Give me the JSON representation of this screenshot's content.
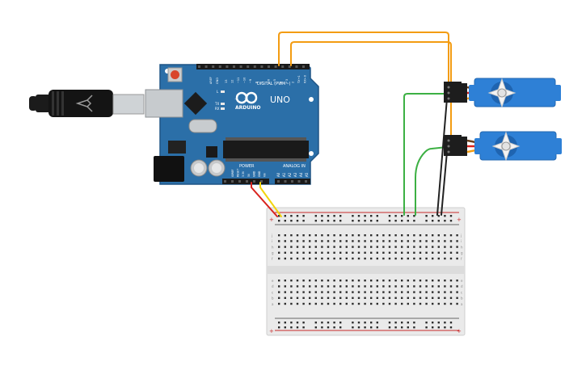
{
  "arduino": {
    "brand": "ARDUINO",
    "model": "UNO",
    "header_digital": "DIGITAL (PWM~)",
    "header_power": "POWER",
    "header_analog": "ANALOG IN",
    "led_l": "L",
    "led_tx": "TX",
    "led_rx": "RX",
    "aref": "AREF",
    "gnd": "GND",
    "digital_pins": [
      "13",
      "12",
      "~11",
      "~10",
      "~9",
      "8",
      "7",
      "~6",
      "~5",
      "4",
      "~3",
      "2",
      "TX→1",
      "RX←0"
    ],
    "power_pins": [
      "IOREF",
      "RESET",
      "3.3V",
      "5V",
      "GND",
      "GND",
      "Vin"
    ],
    "analog_pins": [
      "A0",
      "A1",
      "A2",
      "A3",
      "A4",
      "A5"
    ]
  },
  "breadboard": {
    "rail_plus": "+",
    "rail_minus": "-",
    "row_letters_top": [
      "a",
      "b",
      "c",
      "d",
      "e"
    ],
    "row_letters_bottom": [
      "f",
      "g",
      "h",
      "i",
      "j"
    ]
  },
  "colors": {
    "board": "#2b6fa8",
    "board_dark": "#1f5586",
    "wire_orange": "#f39c12",
    "wire_green": "#3cb043",
    "wire_black": "#222222",
    "wire_red": "#d9231d",
    "wire_yellow": "#f2d40c",
    "servo": "#2e80d6",
    "breadboard": "#e9e9e9"
  },
  "icons": [
    "usb-cable-icon",
    "servo-horn-icon",
    "arduino-logo-icon"
  ]
}
